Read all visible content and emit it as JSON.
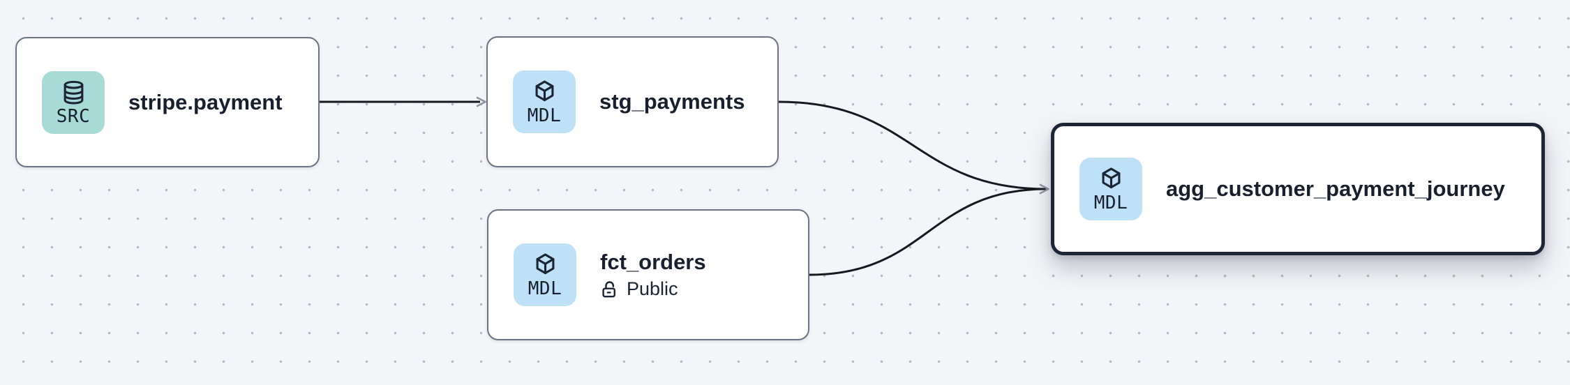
{
  "canvas": {
    "background_color": "#f4f5f8",
    "dot_color": "#b5b9c3"
  },
  "nodes": [
    {
      "title": "stripe.payment",
      "type": "source",
      "badge": {
        "label": "SRC",
        "icon": "database-icon",
        "color": "#a9dbd6"
      },
      "selected": false
    },
    {
      "title": "stg_payments",
      "type": "model",
      "badge": {
        "label": "MDL",
        "icon": "cube-icon",
        "color": "#bee1f8"
      },
      "selected": false
    },
    {
      "title": "fct_orders",
      "type": "model",
      "subtitle": "Public",
      "subtitle_icon": "unlock-icon",
      "badge": {
        "label": "MDL",
        "icon": "cube-icon",
        "color": "#bee1f8"
      },
      "selected": false
    },
    {
      "title": "agg_customer_payment_journey",
      "type": "model",
      "badge": {
        "label": "MDL",
        "icon": "cube-icon",
        "color": "#bee1f8"
      },
      "selected": true
    }
  ],
  "edges": [
    {
      "from": "stripe.payment",
      "to": "stg_payments"
    },
    {
      "from": "stg_payments",
      "to": "agg_customer_payment_journey"
    },
    {
      "from": "fct_orders",
      "to": "agg_customer_payment_journey"
    }
  ],
  "colors": {
    "node_border": "#6b7384",
    "selected_node_border": "#1d2636",
    "edge_line": "#17191f",
    "arrowhead": "#8e95a2",
    "title_text": "#18202e"
  }
}
